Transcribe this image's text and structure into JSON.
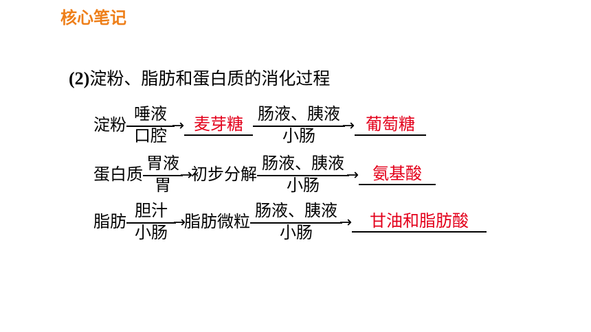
{
  "header": {
    "label": "核心笔记"
  },
  "section": {
    "number": "(2)",
    "title": "淀粉、脂肪和蛋白质的消化过程"
  },
  "rows": [
    {
      "start": "淀粉",
      "arrow1": {
        "over": "唾液",
        "under": "口腔"
      },
      "mid_answer": "麦芽糖",
      "arrow2": {
        "over": "肠液、胰液",
        "under": "小肠"
      },
      "final_answer": "葡萄糖"
    },
    {
      "start": "蛋白质",
      "arrow1": {
        "over": "胃液",
        "under": "胃"
      },
      "mid": "初步分解",
      "arrow2": {
        "over": "肠液、胰液",
        "under": "小肠"
      },
      "final_answer": "氨基酸"
    },
    {
      "start": "脂肪",
      "arrow1": {
        "over": "胆汁",
        "under": "小肠"
      },
      "mid": "脂肪微粒",
      "arrow2": {
        "over": "肠液、胰液",
        "under": "小肠"
      },
      "final_answer": "甘油和脂肪酸"
    }
  ],
  "colors": {
    "header": "#ee7f1a",
    "answer": "#e3001b",
    "text": "#000000"
  }
}
